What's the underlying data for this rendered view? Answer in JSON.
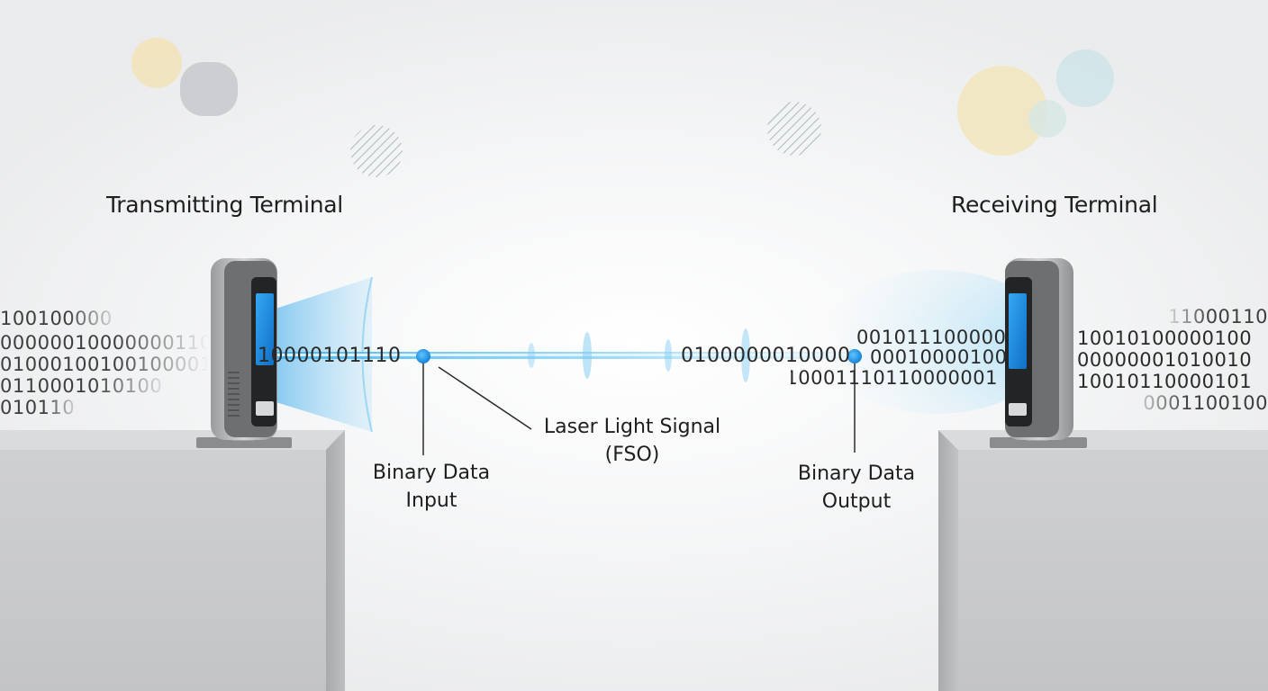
{
  "diagram": {
    "transmitter": {
      "title": "Transmitting Terminal"
    },
    "receiver": {
      "title": "Receiving Terminal"
    },
    "beam": {
      "label_line1": "Laser Light Signal",
      "label_line2": "(FSO)",
      "near_transmitter_bits": "10000101110",
      "mid_bits": "0100000010000",
      "near_receiver_bits_top": "001011100000",
      "near_receiver_bits_mid": "00010000100",
      "near_receiver_bits_bottom": "10001110110000001"
    },
    "input": {
      "label_line1": "Binary Data",
      "label_line2": "Input"
    },
    "output": {
      "label_line1": "Binary Data",
      "label_line2": "Output"
    },
    "left_stream": [
      "100100000",
      "00000010000000110",
      "01000100100100001",
      "0110001010100",
      "010110"
    ],
    "right_stream": [
      "11000110",
      "10010100000100",
      "00000001010010",
      "10010110000101",
      "0001100100"
    ],
    "colors": {
      "beam": "#2aa3e6",
      "node": "#1e8fe0",
      "screen": "#1f8fe8",
      "pedestal": "#c9cacc"
    }
  }
}
